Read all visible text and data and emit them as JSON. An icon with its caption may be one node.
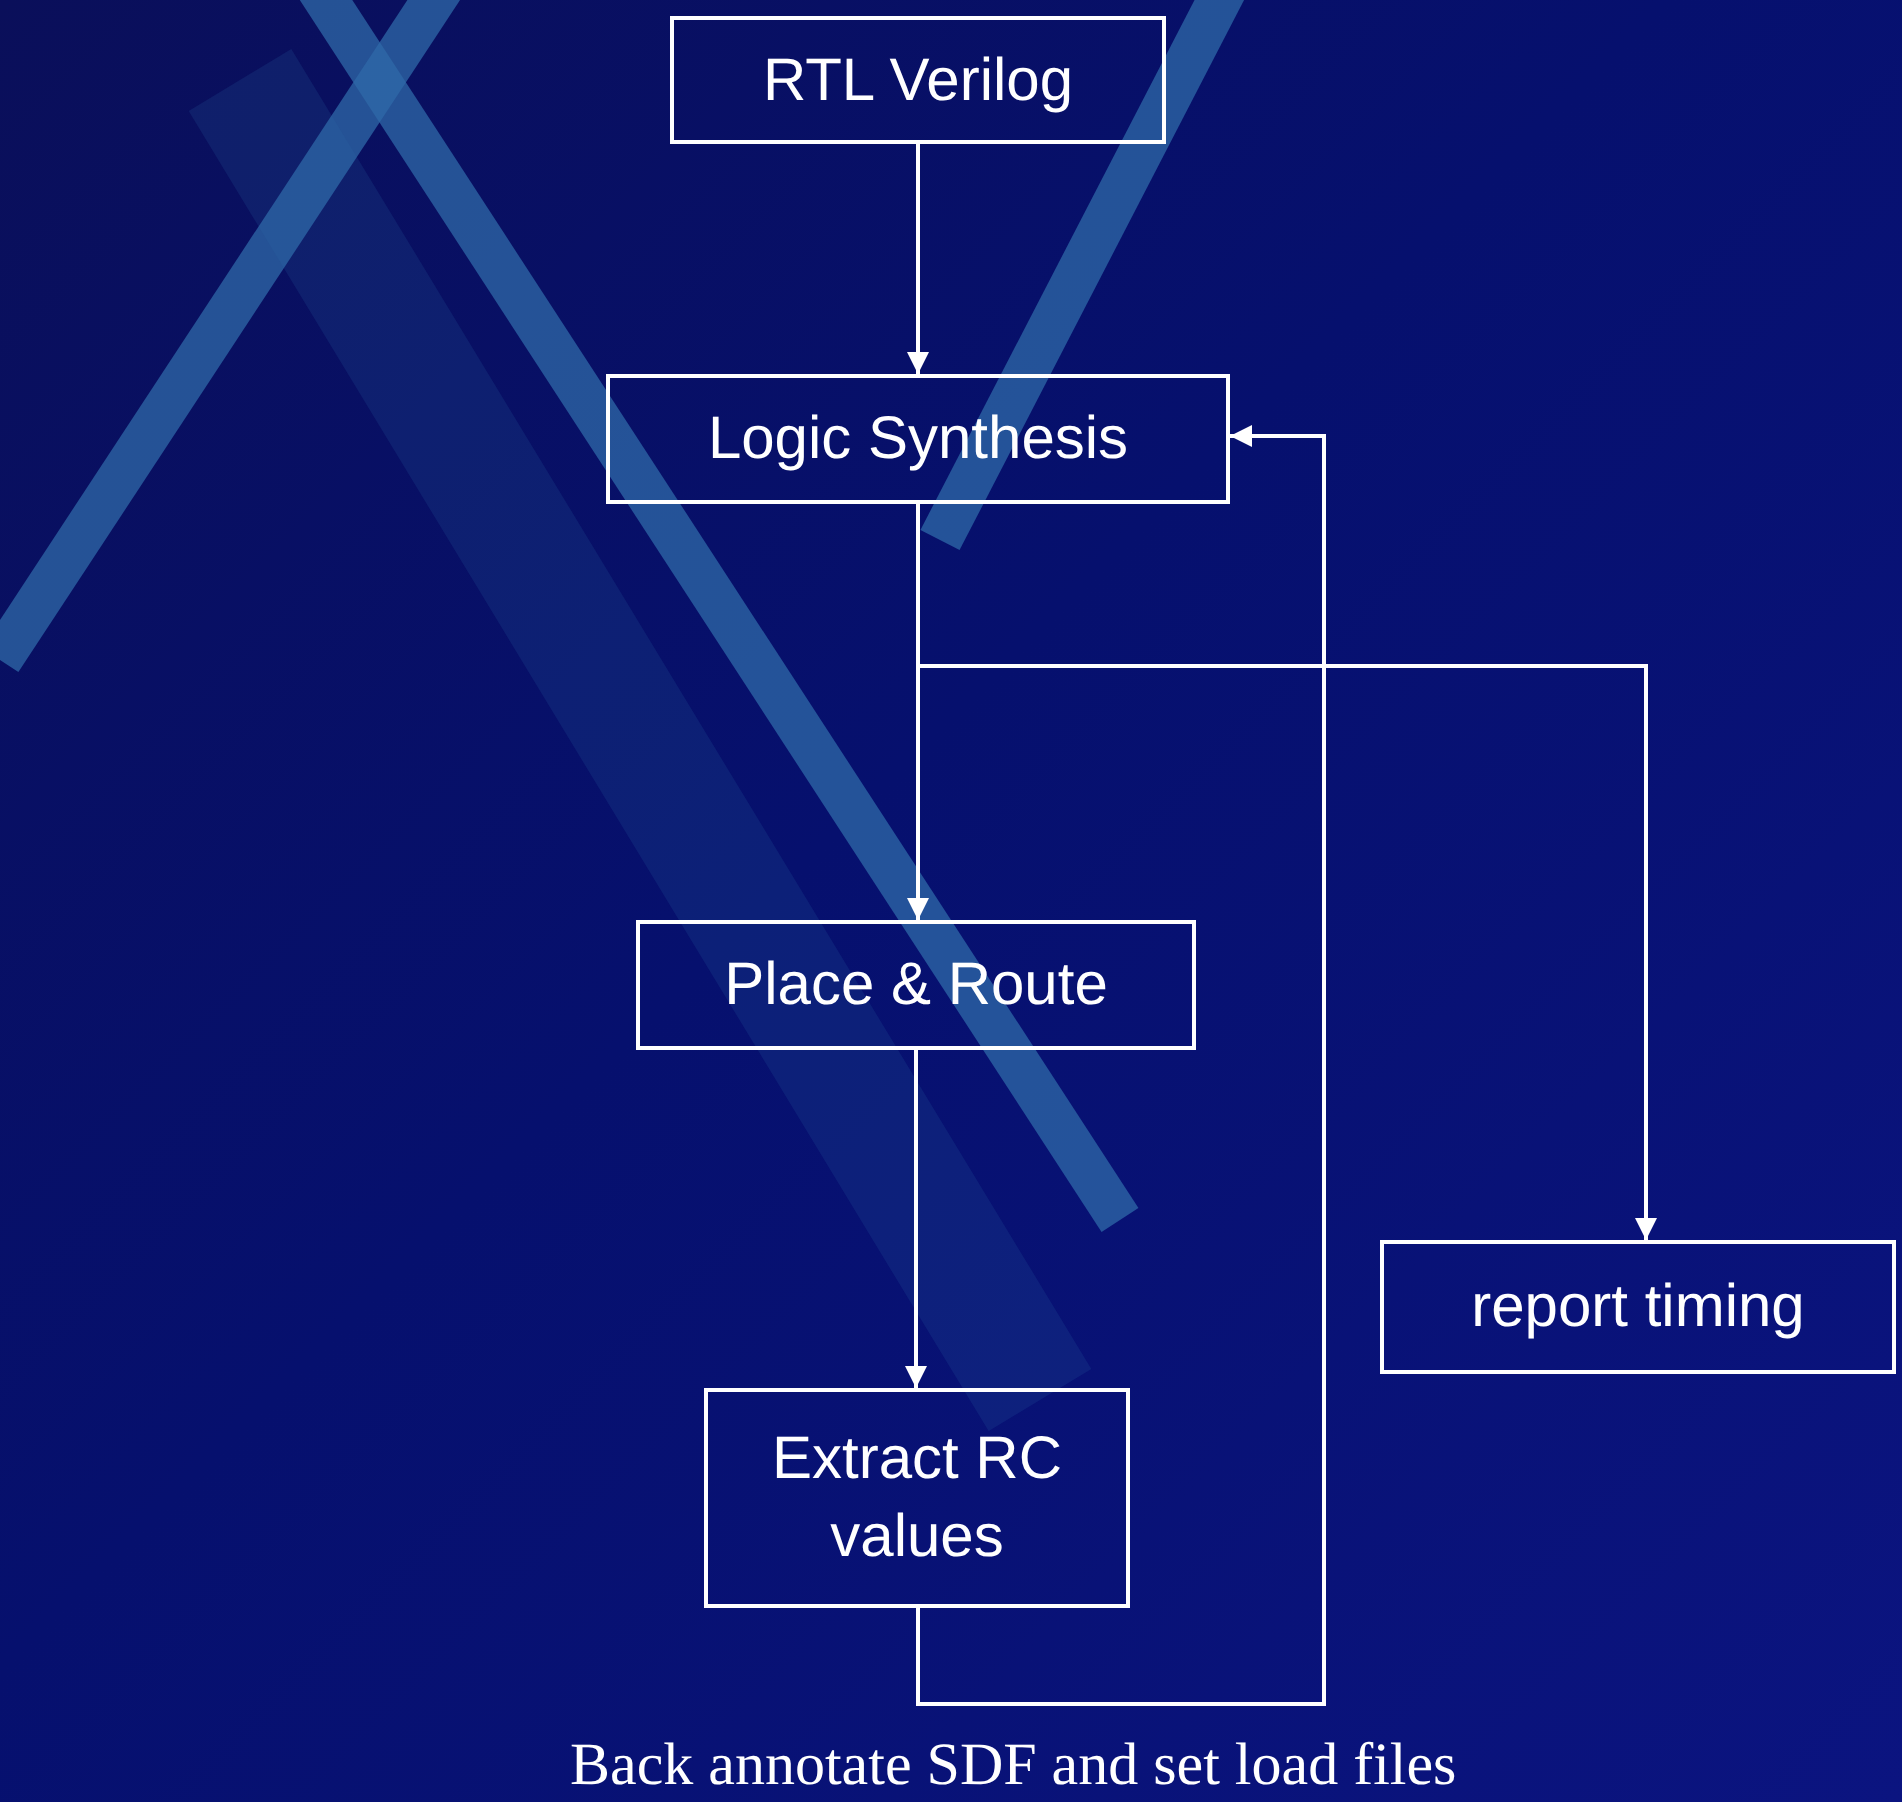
{
  "diagram": {
    "nodes": [
      {
        "text": [
          "RTL Verilog"
        ]
      },
      {
        "text": [
          "Logic Synthesis"
        ]
      },
      {
        "text": [
          "Place & Route"
        ]
      },
      {
        "text": [
          "Extract RC values"
        ]
      },
      {
        "text": [
          "report timing"
        ]
      }
    ],
    "edges": [
      {
        "from": 0,
        "to": 1,
        "arrow": "to"
      },
      {
        "from": 1,
        "to": 2,
        "arrow": "to"
      },
      {
        "from": 1,
        "to": 4,
        "arrow": "to"
      },
      {
        "from": 2,
        "to": 3,
        "arrow": "to"
      },
      {
        "from": 3,
        "to": 1,
        "arrow": "to"
      }
    ],
    "labels": [
      "Back annotate SDF and set load files"
    ]
  }
}
